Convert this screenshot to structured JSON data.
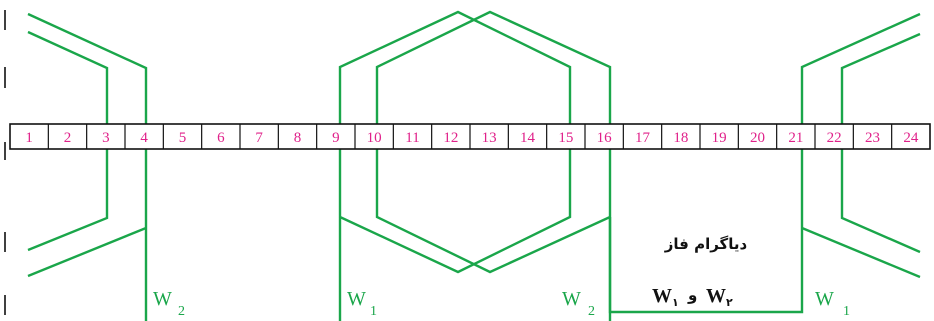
{
  "slots": [
    "1",
    "2",
    "3",
    "4",
    "5",
    "6",
    "7",
    "8",
    "9",
    "10",
    "11",
    "12",
    "13",
    "14",
    "15",
    "16",
    "17",
    "18",
    "19",
    "20",
    "21",
    "22",
    "23",
    "24"
  ],
  "winding_labels": [
    {
      "name": "W",
      "sub": "2"
    },
    {
      "name": "W",
      "sub": "1"
    },
    {
      "name": "W",
      "sub": "2"
    },
    {
      "name": "W",
      "sub": "1"
    }
  ],
  "caption": {
    "title": "دیاگرام فاز",
    "w1": "W",
    "w1_sub": "۱",
    "conj": "و",
    "w2": "W",
    "w2_sub": "۲"
  },
  "colors": {
    "coil": "#1aa64a",
    "slot_numbers": "#e0218a",
    "outline": "#111111"
  }
}
